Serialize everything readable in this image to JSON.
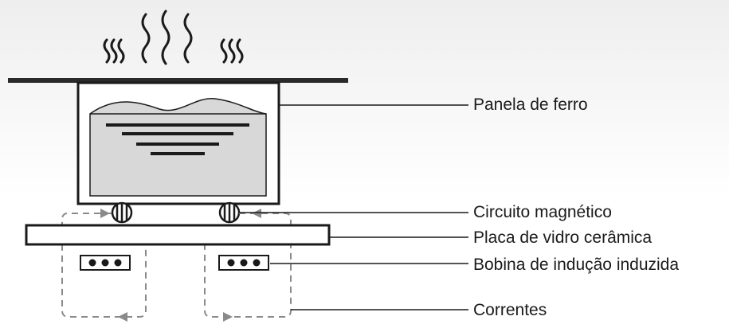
{
  "labels": {
    "pan": "Panela de ferro",
    "magnetic_circuit": "Circuito magnético",
    "glass_plate": "Placa de vidro cerâmica",
    "induction_coil": "Bobina de indução induzida",
    "currents": "Correntes"
  },
  "colors": {
    "stroke": "#1a1a1a",
    "liquid": "#d8d8d8",
    "dashed": "#8a8a8a",
    "background_gradient_top": "#eeeeee"
  }
}
